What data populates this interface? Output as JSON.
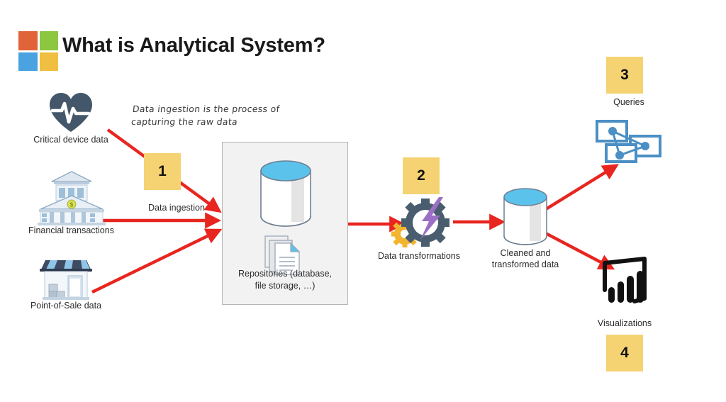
{
  "slide": {
    "title": "What is Analytical System?",
    "logo": {
      "name": "microsoft-logo",
      "colors": [
        "#e0633a",
        "#8dc63f",
        "#4aa3e0",
        "#f0bf42"
      ]
    },
    "accent_arrow_color": "#e8251f",
    "badge_color": "#f5d372",
    "background": "#ffffff"
  },
  "annotation": {
    "line1": "Data ingestion is the process of",
    "line2": "capturing the raw data"
  },
  "sources": [
    {
      "icon": "heart-pulse-icon",
      "label": "Critical device data",
      "color": "#4a5d6e"
    },
    {
      "icon": "bank-building-icon",
      "label": "Financial transactions",
      "color": "#8da9c4"
    },
    {
      "icon": "storefront-icon",
      "label": "Point-of-Sale data",
      "color": "#3f4b63"
    }
  ],
  "flow": {
    "ingestion_label": "Data ingestion",
    "repository": {
      "icon_database": "database-cylinder-icon",
      "icon_documents": "documents-icon",
      "caption_line1": "Repositories (database,",
      "caption_line2": "file storage, …)"
    },
    "transformations": {
      "icon": "gears-lightning-icon",
      "label": "Data transformations",
      "gear_color": "#4a5d6e",
      "small_gear_color": "#f2b530",
      "bolt_color": "#9b6fc4"
    },
    "cleaned": {
      "icon": "database-cylinder-icon",
      "caption_line1": "Cleaned and",
      "caption_line2": "transformed data"
    }
  },
  "outputs": [
    {
      "icon": "query-network-icon",
      "label": "Queries",
      "color": "#4b8fc4"
    },
    {
      "icon": "power-bi-visualization-icon",
      "label": "Visualizations",
      "color": "#111111"
    }
  ],
  "badges": [
    {
      "number": "1"
    },
    {
      "number": "2"
    },
    {
      "number": "3"
    },
    {
      "number": "4"
    }
  ]
}
